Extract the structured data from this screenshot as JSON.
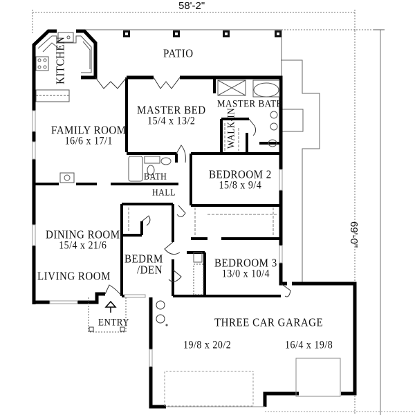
{
  "plan": {
    "overall_width": "58'-2\"",
    "overall_depth": "69'-0\"",
    "rooms": [
      {
        "id": "patio",
        "name": "PATIO",
        "size": ""
      },
      {
        "id": "kitchen",
        "name": "KITCHEN",
        "size": ""
      },
      {
        "id": "master_bed",
        "name": "MASTER BED",
        "size": "15/4 x 13/2"
      },
      {
        "id": "master_bath",
        "name": "MASTER BATH",
        "size": ""
      },
      {
        "id": "walk_in",
        "name": "WALK-IN",
        "size": ""
      },
      {
        "id": "family_room",
        "name": "FAMILY ROOM",
        "size": "16/6 x 17/1"
      },
      {
        "id": "bath",
        "name": "BATH",
        "size": ""
      },
      {
        "id": "hall",
        "name": "HALL",
        "size": ""
      },
      {
        "id": "bedroom2",
        "name": "BEDROOM 2",
        "size": "15/8 x 9/4"
      },
      {
        "id": "dining_room",
        "name": "DINING ROOM",
        "size": "15/4 x 21/6"
      },
      {
        "id": "living_room",
        "name": "LIVING ROOM",
        "size": ""
      },
      {
        "id": "bedrm_den",
        "name": "BEDRM",
        "name2": "/DEN",
        "size": ""
      },
      {
        "id": "bedroom3",
        "name": "BEDROOM 3",
        "size": "13/0 x 10/4"
      },
      {
        "id": "entry",
        "name": "ENTRY",
        "size": ""
      },
      {
        "id": "garage",
        "name": "THREE CAR GARAGE",
        "size": "19/8 x 20/2",
        "size2": "16/4 x 19/8"
      }
    ]
  }
}
